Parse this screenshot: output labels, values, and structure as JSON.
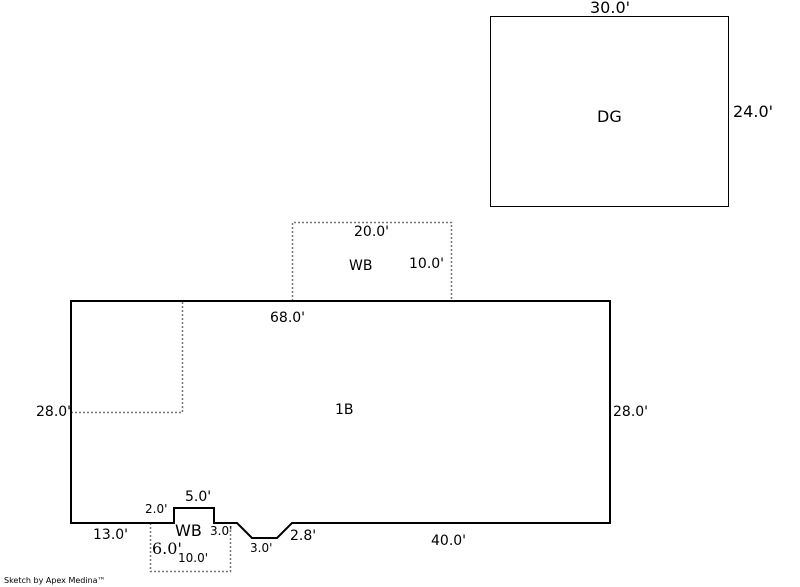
{
  "areas": {
    "garage": {
      "label": "DG",
      "top": "30.0'",
      "right": "24.0'"
    },
    "porch_top": {
      "label": "WB",
      "top": "20.0'",
      "right": "10.0'"
    },
    "main": {
      "label": "1B",
      "top": "68.0'",
      "left": "28.0'",
      "right": "28.0'",
      "bottom_left": "13.0'",
      "bottom_right": "40.0'",
      "bump_left": "2.0'",
      "bump_top": "5.0'",
      "bump_right": "3.0'",
      "notch_bottom": "3.0'",
      "notch_right": "2.8'"
    },
    "porch_bottom": {
      "label": "WB",
      "left": "6.0'",
      "bottom": "10.0'"
    }
  },
  "credit": "Sketch by Apex Medina™",
  "colors": {
    "line": "#000000",
    "dotted": "#777777"
  }
}
